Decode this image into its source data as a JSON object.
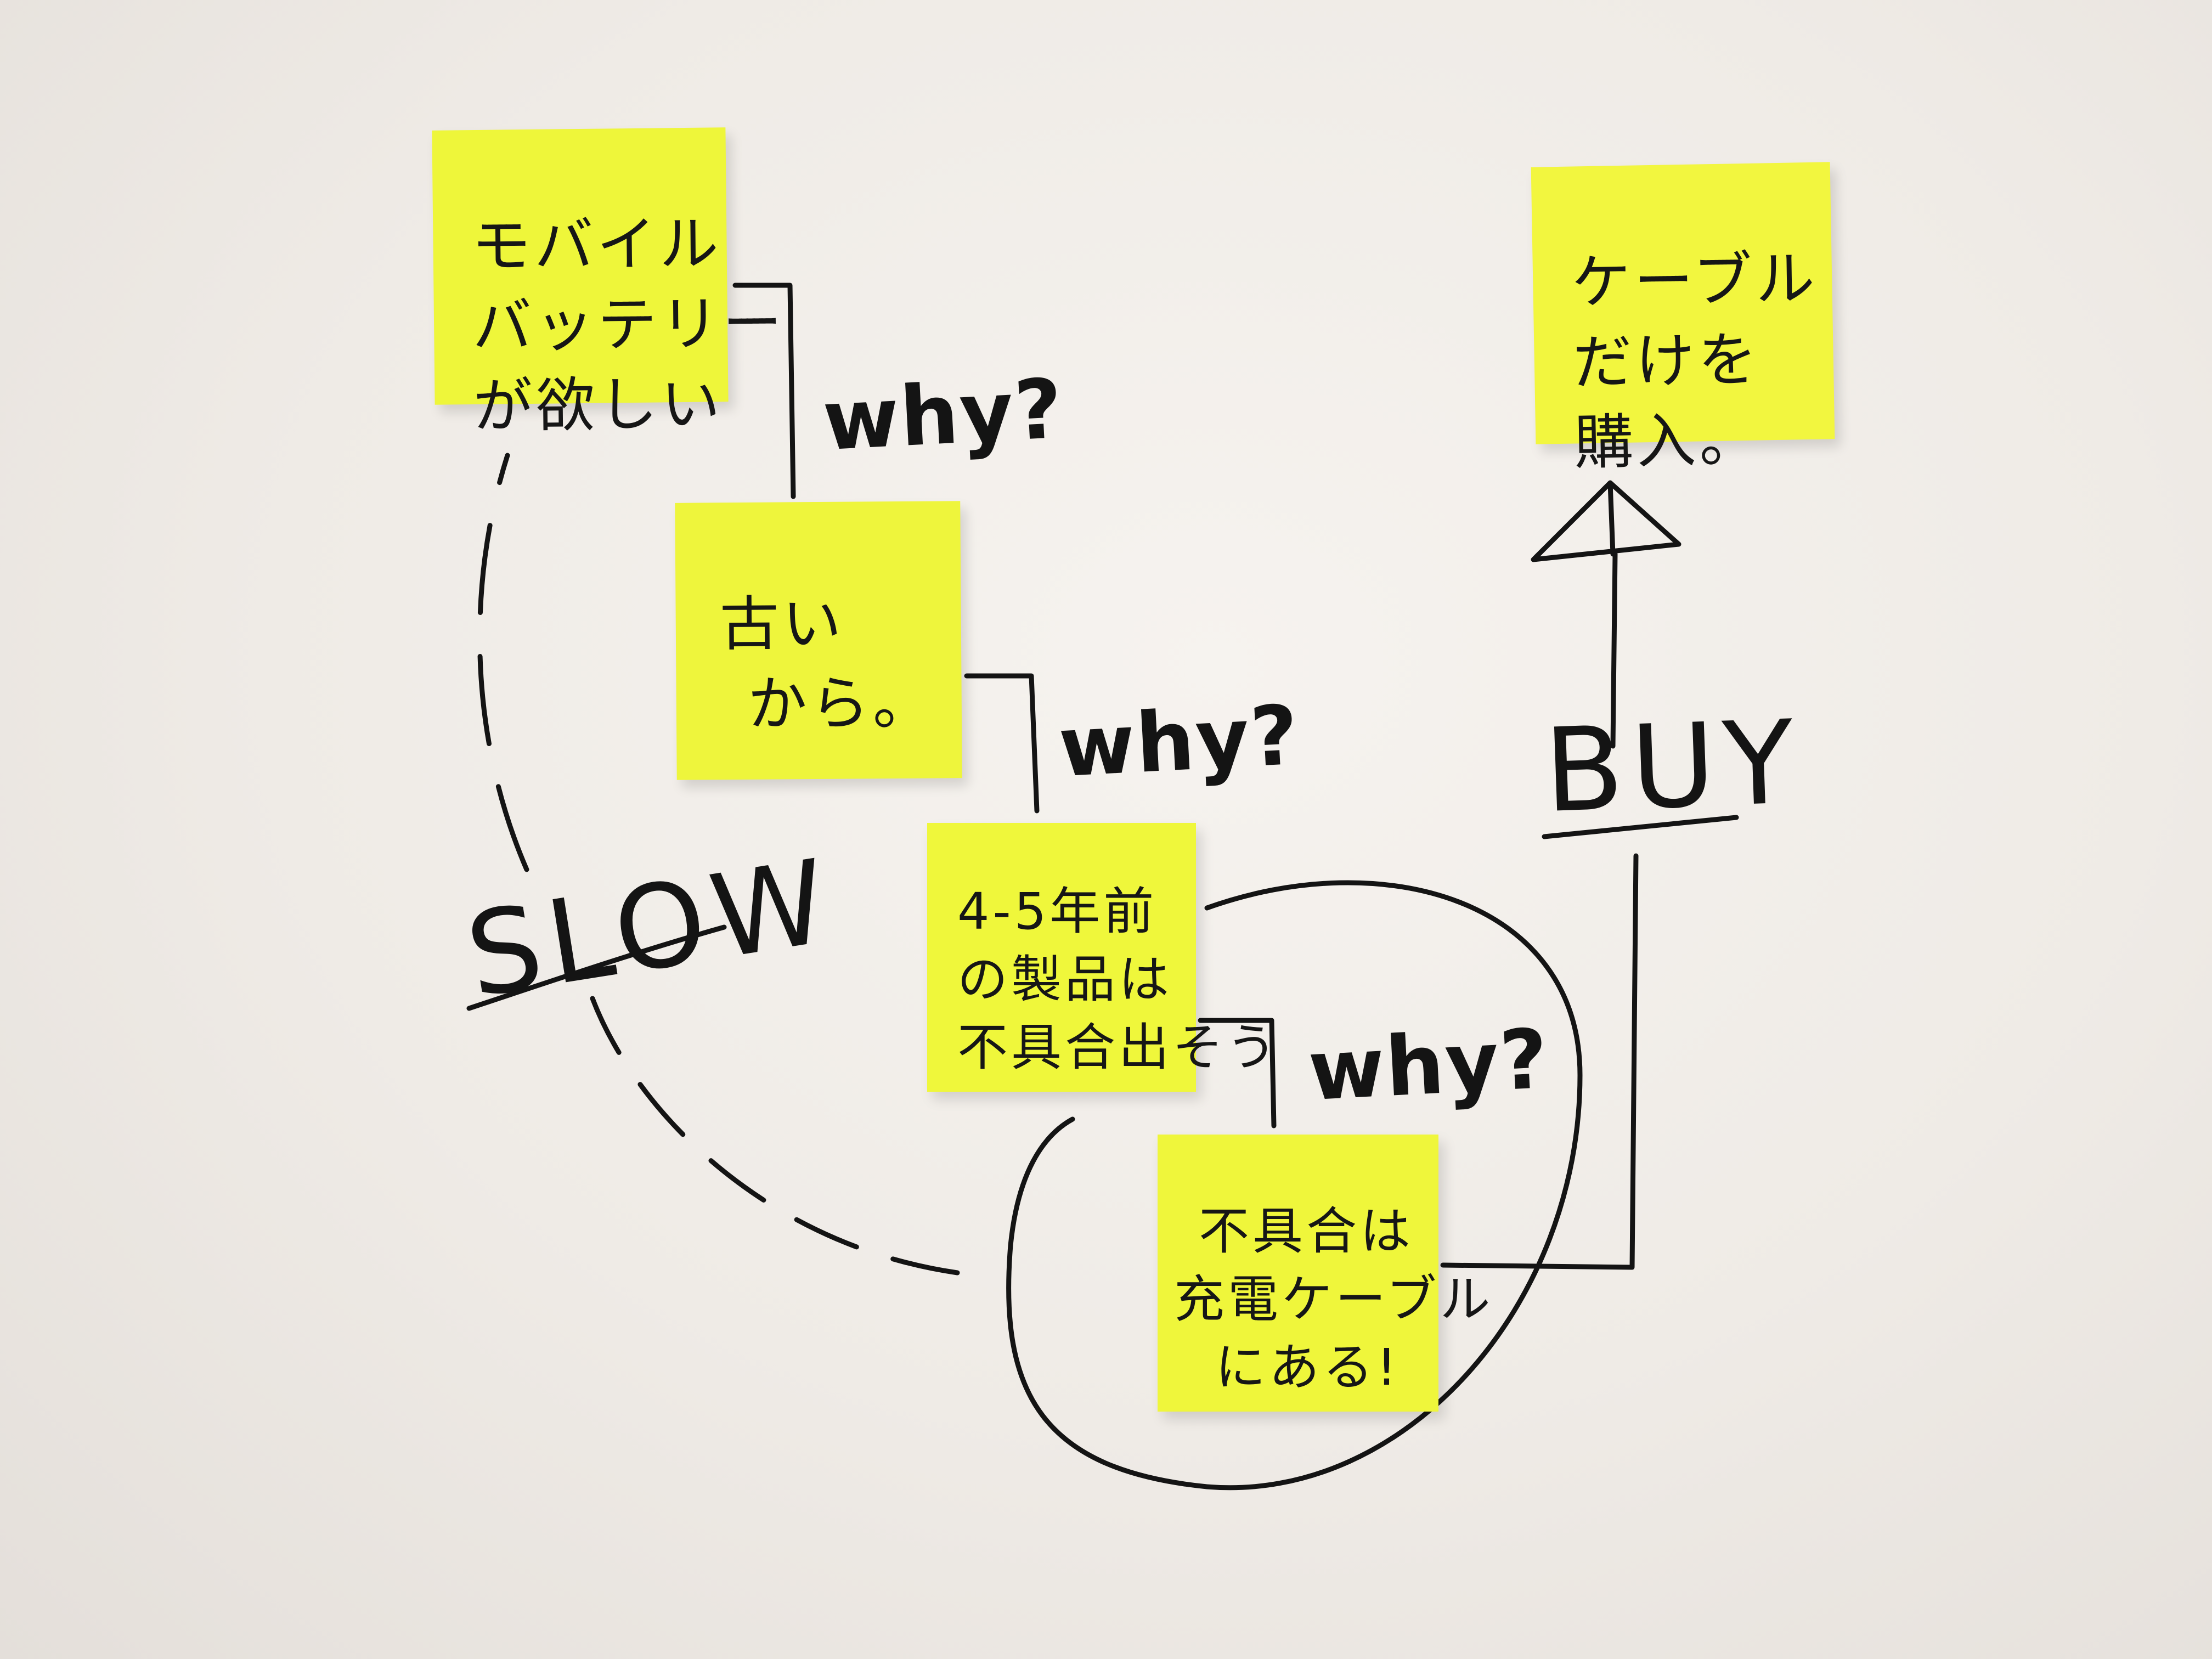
{
  "notes": {
    "mobile": {
      "lines": [
        "モバイル",
        "バッテリー",
        "が欲しい"
      ],
      "color": "#eef63a"
    },
    "old": {
      "lines": [
        "古い",
        "から。"
      ],
      "color": "#eef53c"
    },
    "products": {
      "lines": [
        "4-5年前",
        "の製品は",
        "不具合出そう"
      ],
      "color": "#eff73b"
    },
    "cause": {
      "lines": [
        "不具合は",
        "充電ケーブル",
        "にある!"
      ],
      "color": "#eff63b"
    },
    "buy_cable": {
      "lines": [
        "ケーブル",
        "だけを",
        "購入。"
      ],
      "color": "#f2f63f"
    }
  },
  "labels": {
    "why1": "why?",
    "why2": "why?",
    "why3": "why?",
    "slow": "SLOW",
    "buy": "BUY"
  }
}
